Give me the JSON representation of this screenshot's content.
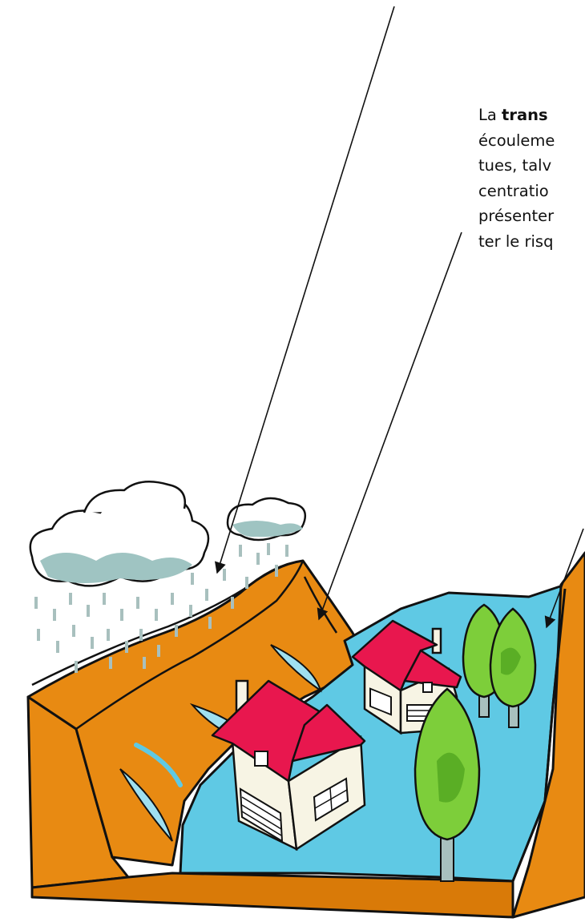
{
  "caption": {
    "line1_prefix": "La ",
    "line1_bold": "trans",
    "line2": "écouleme",
    "line3": "tues,  talv",
    "line4": "centratio",
    "line5": "présenter",
    "line6": "ter le risq"
  },
  "colors": {
    "hill": "#E88A12",
    "hill_dark": "#D97A08",
    "water": "#5FC9E4",
    "water_light": "#9FE0F0",
    "roof": "#E8174E",
    "wall": "#F7F4E4",
    "tree": "#7DCE3A",
    "tree_dark": "#5AAE25",
    "cloud": "#9FC4C2",
    "rain": "#A8C0BE",
    "outline": "#111111"
  }
}
